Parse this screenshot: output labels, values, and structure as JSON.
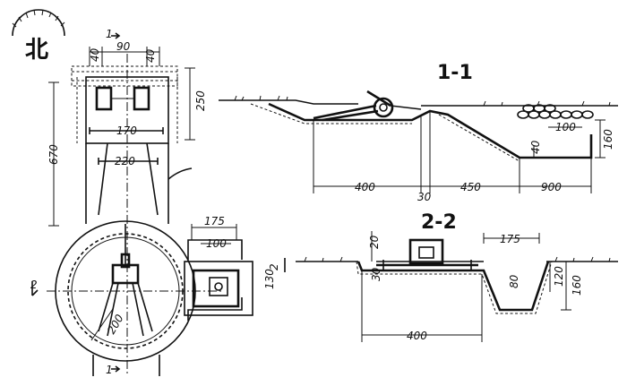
{
  "plan": {
    "compass_label": "北",
    "section_marks": {
      "one_top": "1",
      "one_bottom": "1",
      "two_left": "2",
      "two_right": "2"
    },
    "dims": {
      "d40a": "40",
      "d90": "90",
      "d40b": "40",
      "d250": "250",
      "d170": "170",
      "d670": "670",
      "d220": "220",
      "d175": "175",
      "d100": "100",
      "d200": "200"
    }
  },
  "section_1_1": {
    "title": "1-1",
    "dims": {
      "d400": "400",
      "d30": "30",
      "d450": "450",
      "d900": "900",
      "d40": "40",
      "d100": "100",
      "d160": "160"
    }
  },
  "section_2_2": {
    "title": "2-2",
    "dims": {
      "d20": "20",
      "d175": "175",
      "d30": "30",
      "d130": "130",
      "d80": "80",
      "d120": "120",
      "d160": "160",
      "d400": "400"
    }
  }
}
